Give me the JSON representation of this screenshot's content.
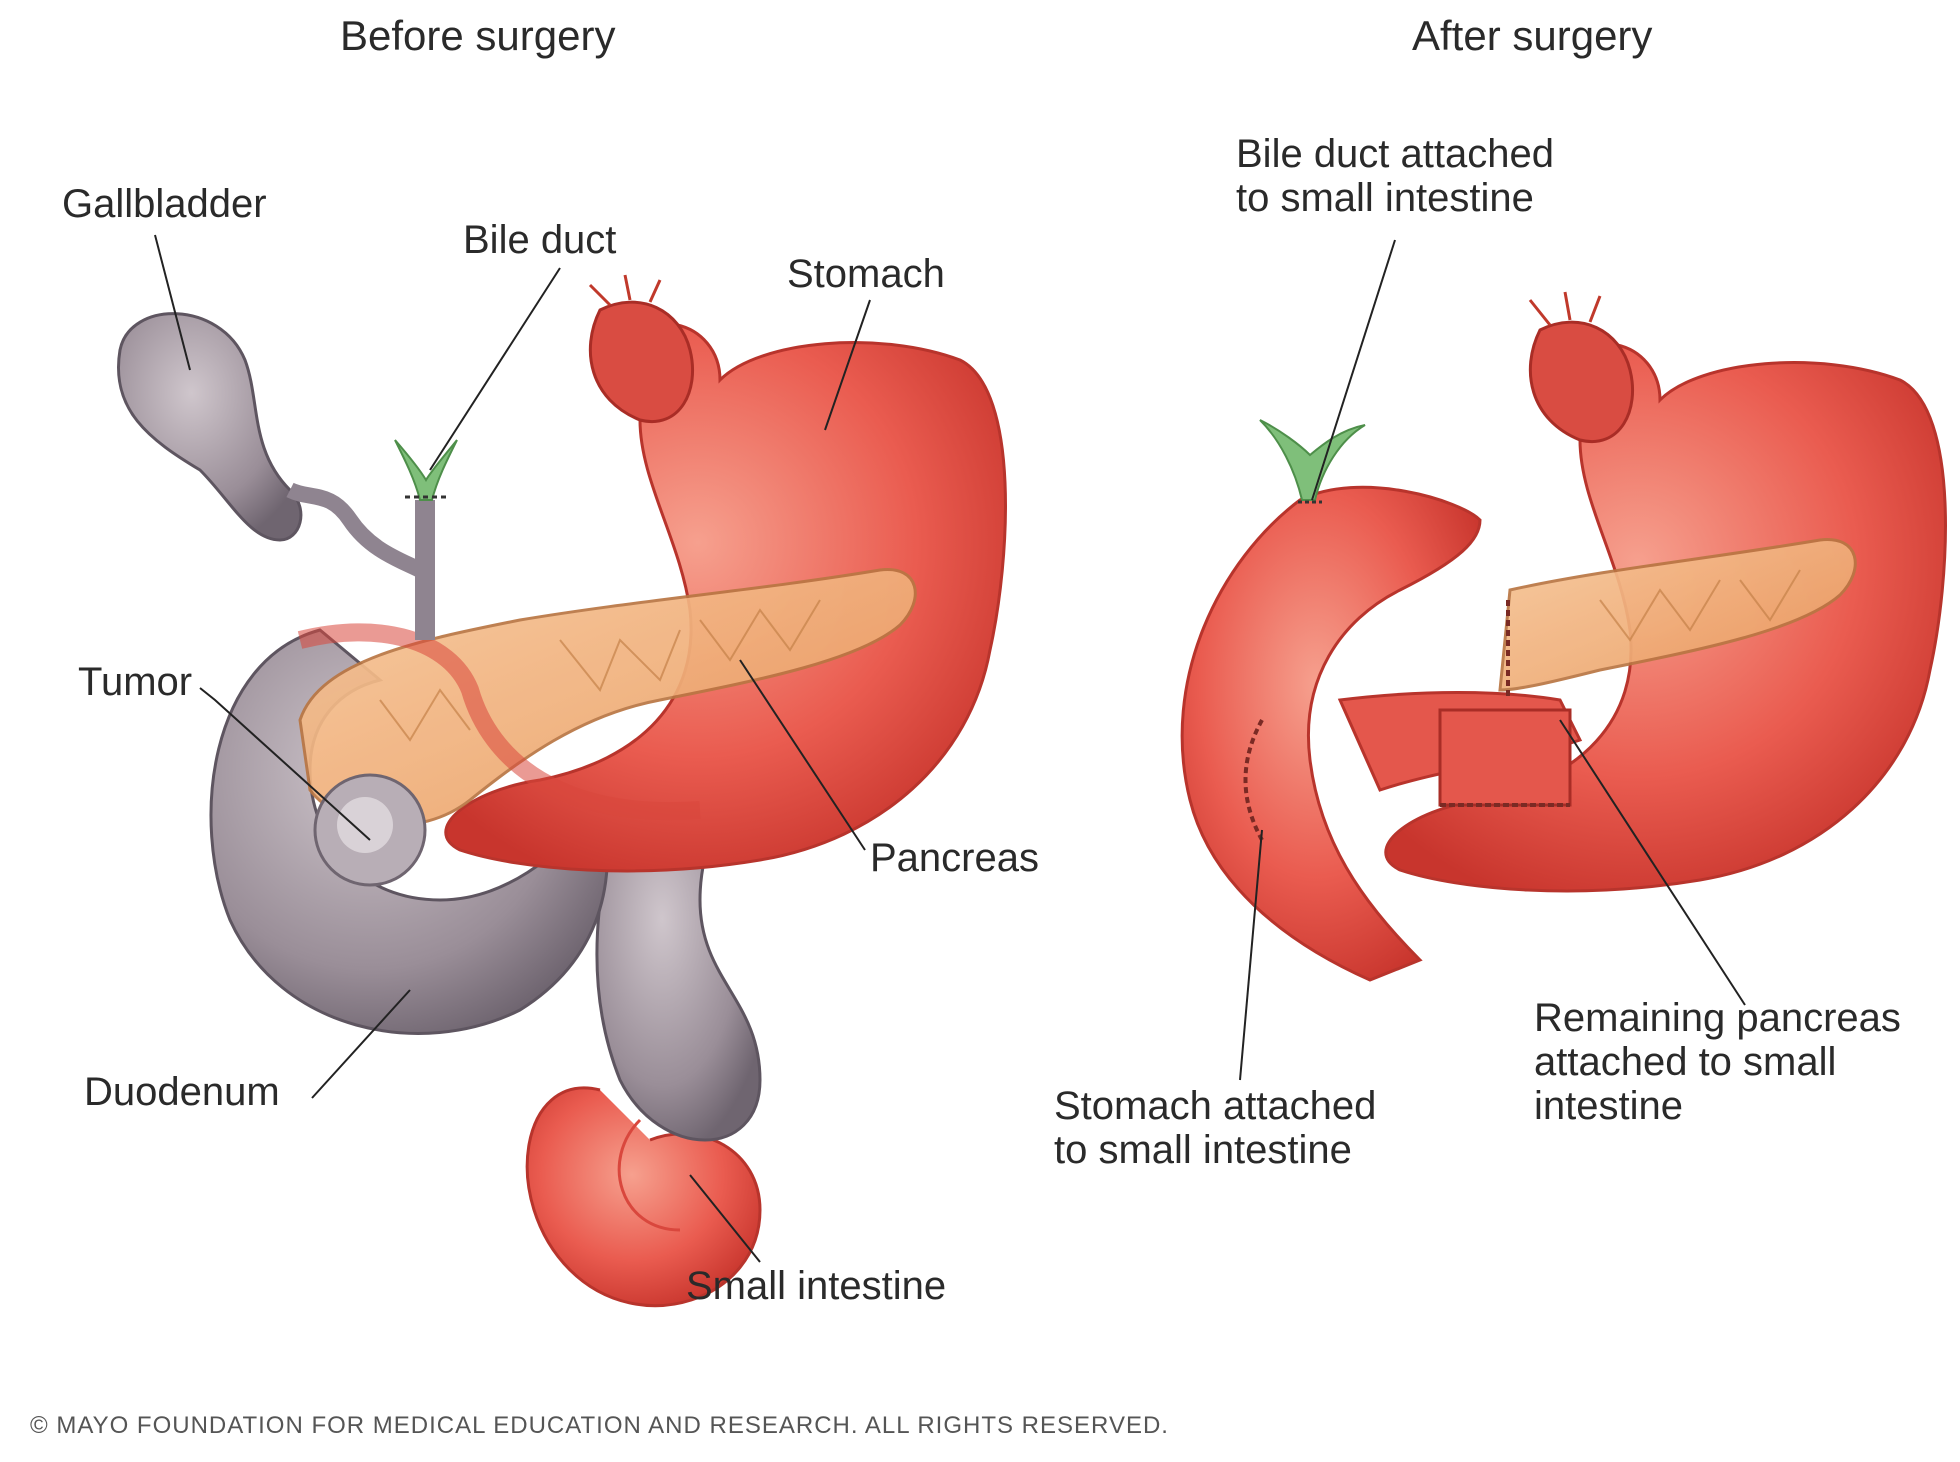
{
  "before": {
    "title": "Before surgery",
    "labels": {
      "gallbladder": "Gallbladder",
      "bile_duct": "Bile duct",
      "stomach": "Stomach",
      "tumor": "Tumor",
      "pancreas": "Pancreas",
      "duodenum": "Duodenum",
      "small_intestine": "Small intestine"
    }
  },
  "after": {
    "title": "After surgery",
    "labels": {
      "bile_duct_attached": "Bile duct attached\nto small intestine",
      "stomach_attached": "Stomach attached\nto small intestine",
      "pancreas_attached": "Remaining pancreas\nattached to small\nintestine"
    }
  },
  "credit": "© MAYO FOUNDATION FOR MEDICAL EDUCATION AND RESEARCH. ALL RIGHTS RESERVED.",
  "colors": {
    "organ_red": "#e8554b",
    "organ_highlight": "#f6a08e",
    "pancreas": "#f2b07a",
    "gray_organ": "#9a8e98",
    "bile_green": "#7fbf7a"
  }
}
